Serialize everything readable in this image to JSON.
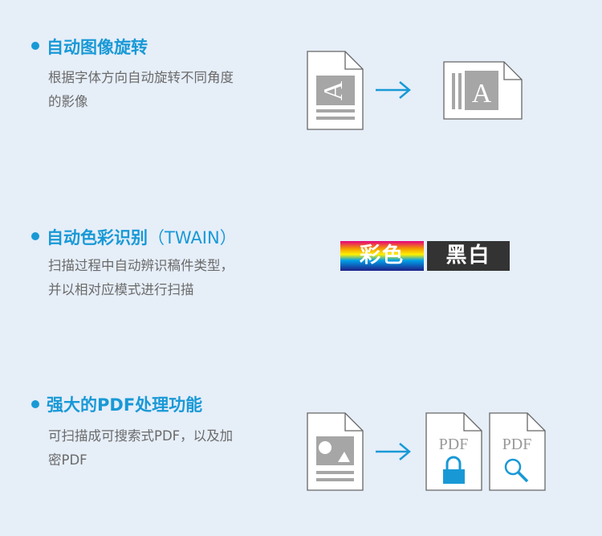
{
  "sections": [
    {
      "title": "自动图像旋转",
      "desc": [
        "根据字体方向自动旋转不同角度",
        "的影像"
      ],
      "icon": "rotate-demo"
    },
    {
      "title": "自动色彩识别",
      "title_suffix": "（TWAIN）",
      "desc": [
        "扫描过程中自动辨识稿件类型，",
        "并以相对应模式进行扫描"
      ],
      "badges": [
        "彩色",
        "黑白"
      ]
    },
    {
      "title": "强大的PDF处理功能",
      "desc": [
        "可扫描成可搜索式PDF，以及加",
        "密PDF"
      ],
      "pdf_labels": [
        "PDF",
        "PDF"
      ]
    }
  ],
  "colors": {
    "accent": "#1899d6",
    "icon_gray": "#a6a6a6"
  },
  "glyph_a": "A"
}
